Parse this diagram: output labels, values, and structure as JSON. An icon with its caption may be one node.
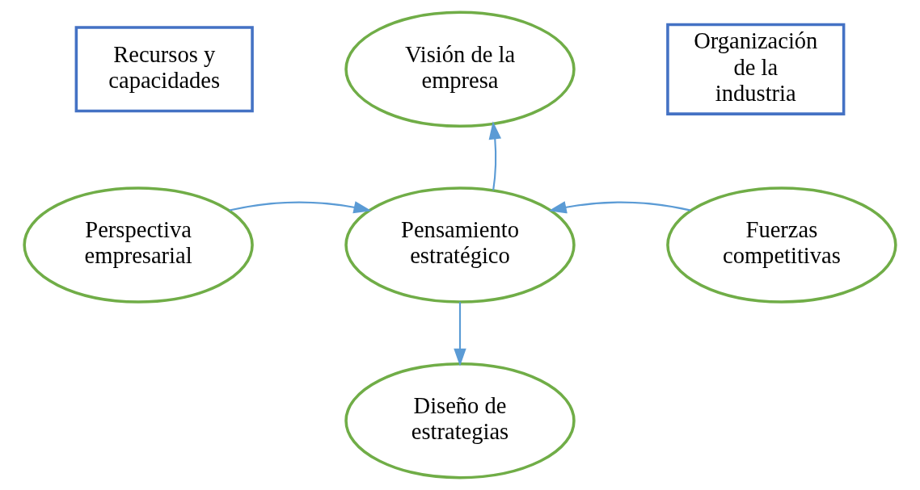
{
  "diagram": {
    "nodes": [
      {
        "text": [
          "Recursos y capacidades"
        ]
      },
      {
        "text": [
          "Organización de la industria"
        ]
      },
      {
        "text": [
          "Visión de la empresa"
        ]
      },
      {
        "text": [
          "Perspectiva empresarial"
        ]
      },
      {
        "text": [
          "Pensamiento estratégico"
        ]
      },
      {
        "text": [
          "Fuerzas competitivas"
        ]
      },
      {
        "text": [
          "Diseño de estrategias"
        ]
      }
    ],
    "edges": [
      {
        "from": 4,
        "to": 2,
        "arrow": "to"
      },
      {
        "from": 3,
        "to": 4,
        "arrow": "to"
      },
      {
        "from": 5,
        "to": 4,
        "arrow": "to"
      },
      {
        "from": 4,
        "to": 6,
        "arrow": "to"
      }
    ]
  }
}
